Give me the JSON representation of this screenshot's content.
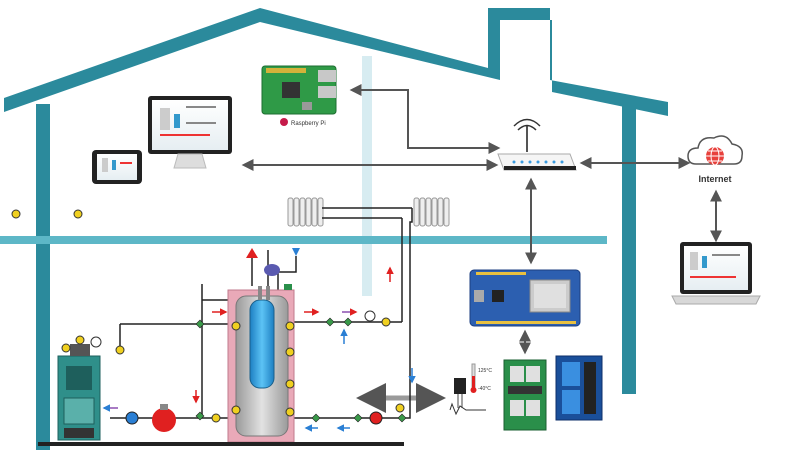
{
  "labels": {
    "raspberry": "Raspberry Pi",
    "internet": "Internet",
    "temp_high": "125°C",
    "temp_low": "-40°C"
  },
  "colors": {
    "house": "#2b8a9c",
    "floor": "#5db7c7",
    "chimney_light": "#d7ecf1",
    "arrow": "#555555",
    "pipe": "#222222",
    "flow_red": "#e02020",
    "flow_blue": "#2a7fd4",
    "tank_jacket": "#e9a9b8",
    "tank_body": "#b9b9b9",
    "tank_water": "#2c9fe0",
    "boiler": "#2f8f8a",
    "pcb": "#2c5fb0",
    "relay_green": "#2a8f4a",
    "router": "#f5f5f5",
    "internet_globe": "#e8413c"
  }
}
